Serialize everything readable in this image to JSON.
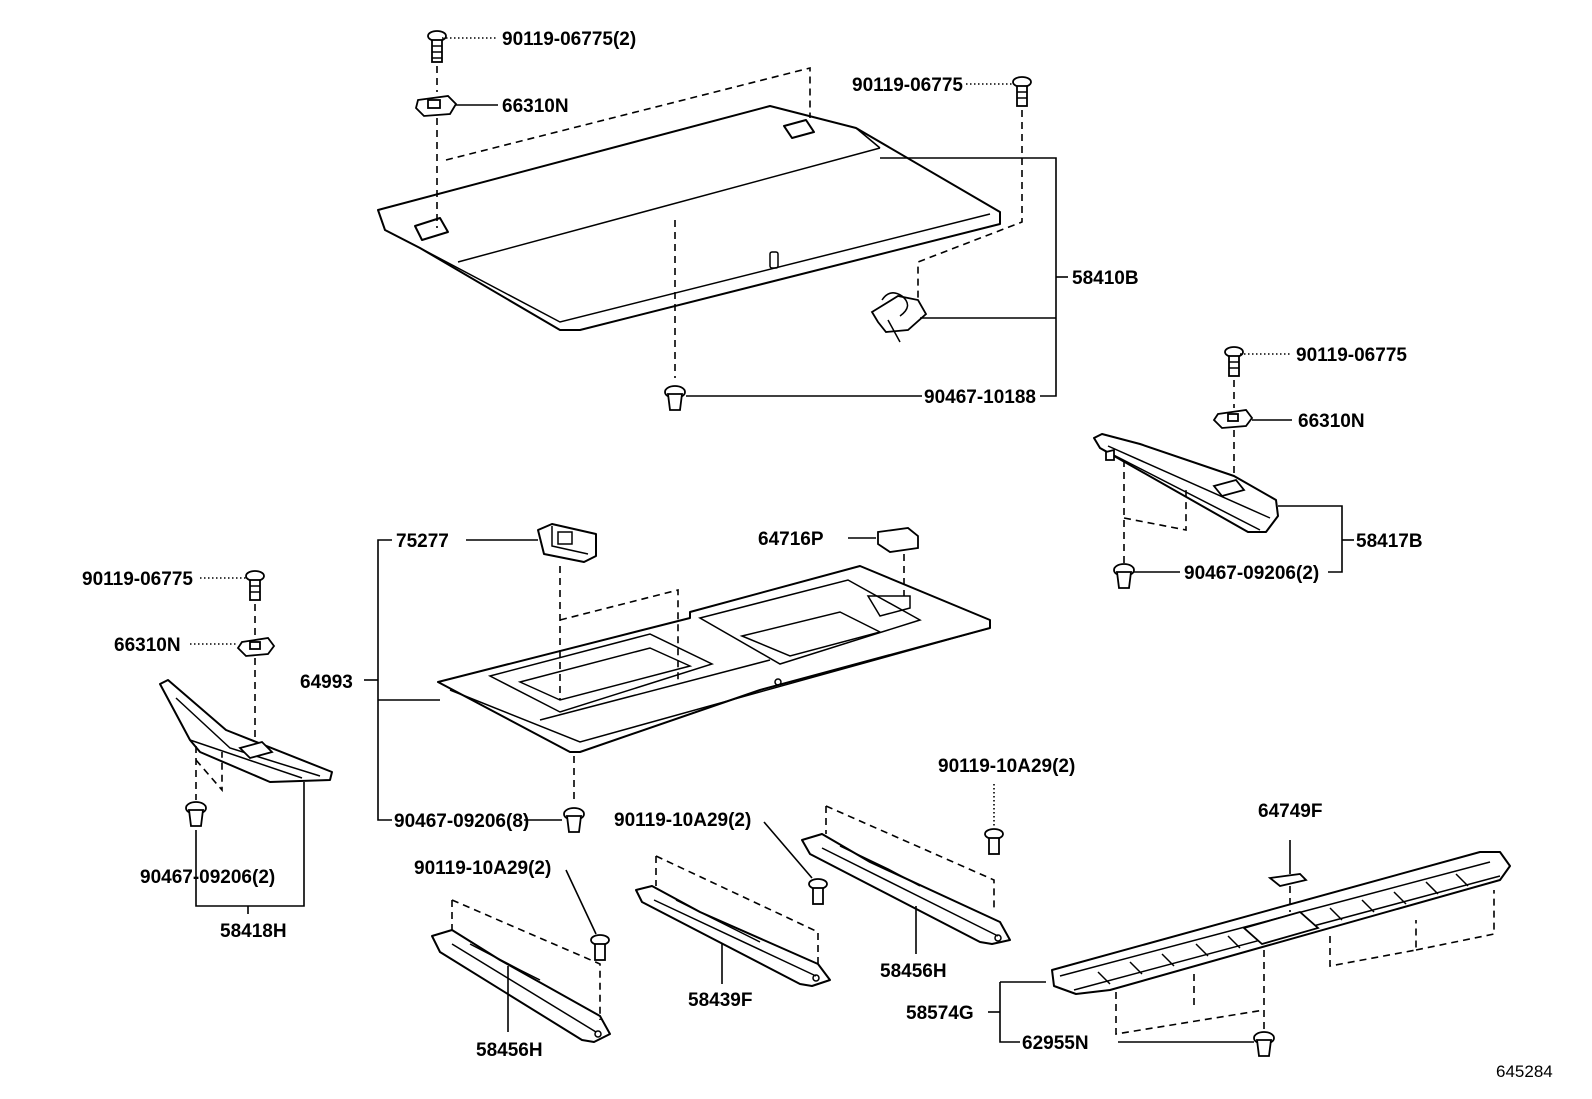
{
  "labels": {
    "l_90119_06775_2_top": "90119-06775(2)",
    "l_66310N_top": "66310N",
    "l_90119_06775_topright": "90119-06775",
    "l_58410B": "58410B",
    "l_90467_10188": "90467-10188",
    "l_90119_06775_right": "90119-06775",
    "l_66310N_right": "66310N",
    "l_58417B": "58417B",
    "l_90467_09206_2_right": "90467-09206(2)",
    "l_75277": "75277",
    "l_64716P": "64716P",
    "l_64993": "64993",
    "l_90467_09206_8": "90467-09206(8)",
    "l_90119_06775_left": "90119-06775",
    "l_66310N_left": "66310N",
    "l_90467_09206_2_left": "90467-09206(2)",
    "l_58418H": "58418H",
    "l_90119_10A29_2_a": "90119-10A29(2)",
    "l_90119_10A29_2_b": "90119-10A29(2)",
    "l_90119_10A29_2_c": "90119-10A29(2)",
    "l_58456H_a": "58456H",
    "l_58439F": "58439F",
    "l_58456H_b": "58456H",
    "l_64749F": "64749F",
    "l_58574G": "58574G",
    "l_62955N": "62955N",
    "l_ref": "645284"
  }
}
